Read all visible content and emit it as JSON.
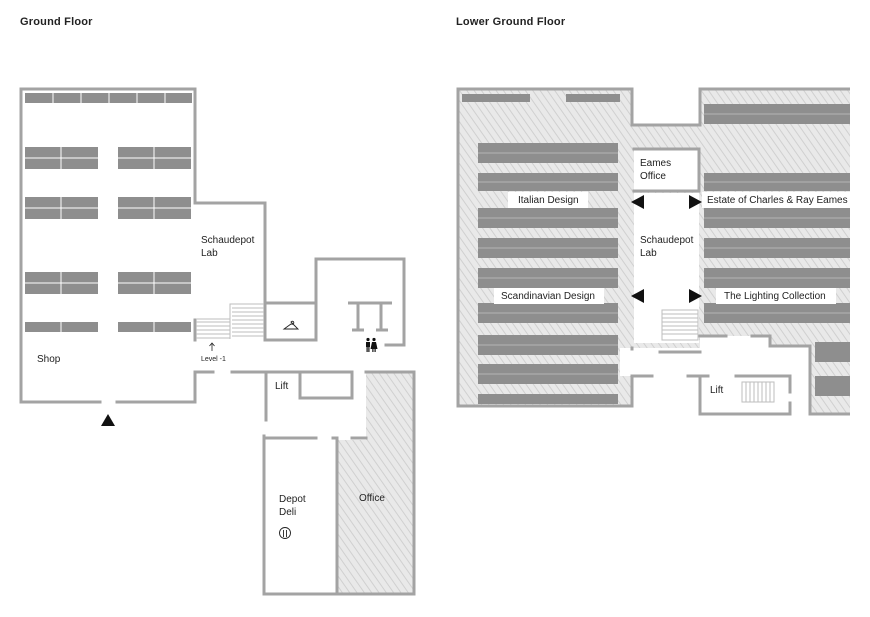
{
  "ground_floor": {
    "title": "Ground Floor",
    "rooms": {
      "shop": "Shop",
      "lab_line1": "Schaudepot",
      "lab_line2": "Lab",
      "level_marker": "Level -1",
      "lift": "Lift",
      "deli_line1": "Depot",
      "deli_line2": "Deli",
      "office": "Office"
    },
    "icons": [
      "entrance-arrow-icon",
      "up-arrow-icon",
      "cloakroom-hanger-icon",
      "toilets-icon",
      "restaurant-icon"
    ]
  },
  "lower_ground_floor": {
    "title": "Lower Ground Floor",
    "rooms": {
      "eames_office_line1": "Eames",
      "eames_office_line2": "Office",
      "lab_line1": "Schaudepot",
      "lab_line2": "Lab",
      "italian": "Italian Design",
      "scandinavian": "Scandinavian Design",
      "eames_estate": "Estate of Charles & Ray Eames",
      "lighting": "The Lighting Collection",
      "lift": "Lift"
    },
    "icons": [
      "left-arrow-icon",
      "right-arrow-icon"
    ]
  },
  "colors": {
    "wall": "#a3a3a3",
    "shelf": "#8e8e8e",
    "hatch_bg": "#e9e9e9",
    "hatch_line": "#d2d2d2",
    "text": "#222222"
  }
}
